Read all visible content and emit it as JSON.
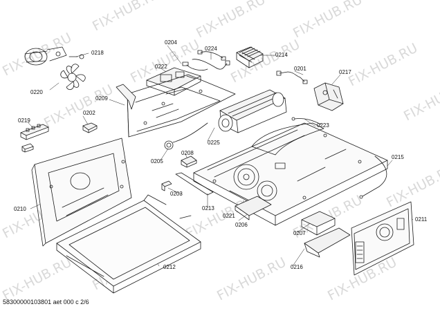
{
  "watermark": "FIX-HUB.RU",
  "parts": [
    "0218",
    "0204",
    "0224",
    "0214",
    "0201",
    "0217",
    "0222",
    "0220",
    "0209",
    "0202",
    "0219",
    "0223",
    "0225",
    "0208",
    "0205",
    "0215",
    "0203",
    "0213",
    "0221",
    "0206",
    "0210",
    "0207",
    "0211",
    "0216",
    "0212"
  ],
  "footer": "58300000103801 aet 000 c 2/6"
}
